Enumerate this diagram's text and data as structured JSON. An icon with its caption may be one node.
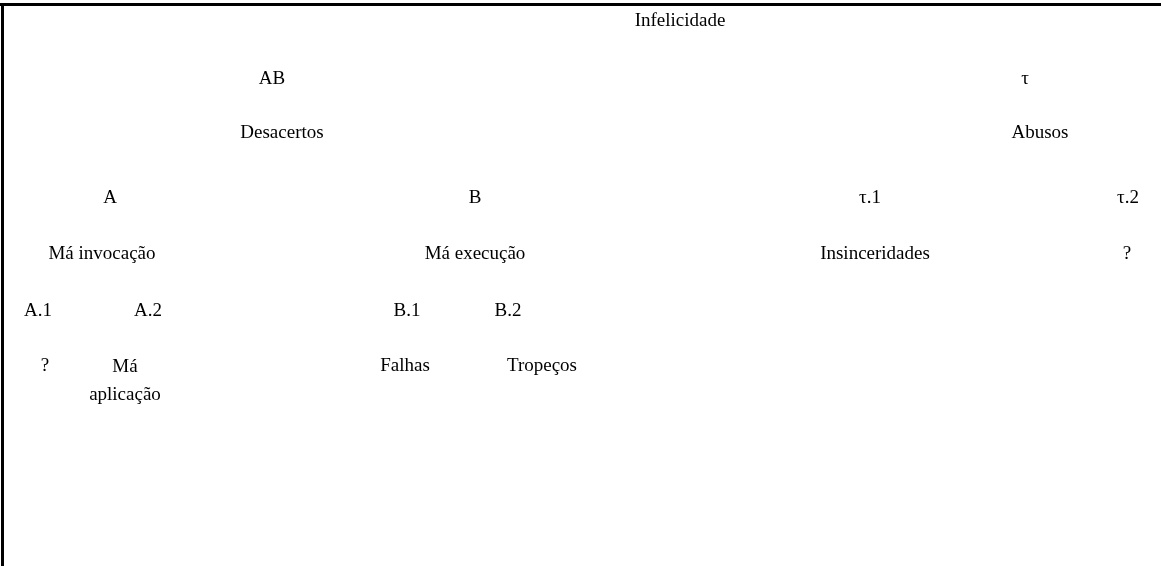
{
  "diagram": {
    "labels": [
      "Infelicidade",
      "AB",
      "τ",
      "Desacertos",
      "Abusos",
      "A",
      "B",
      "τ.1",
      "τ.2",
      "Má invocação",
      "Má execução",
      "Insinceridades",
      "?",
      "A.1",
      "A.2",
      "B.1",
      "B.2",
      "?",
      "Má aplicação",
      "Falhas",
      "Tropeços"
    ]
  }
}
